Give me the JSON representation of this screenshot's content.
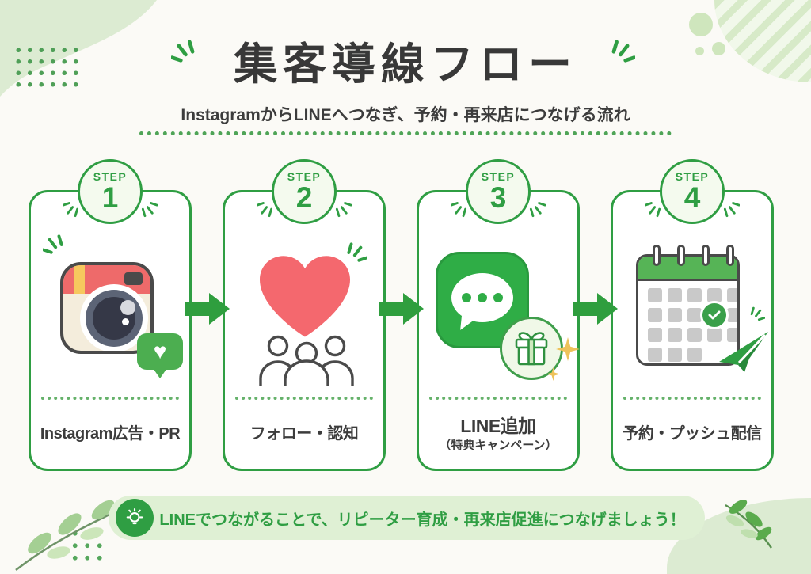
{
  "header": {
    "title": "集客導線フロー",
    "subtitle": "InstagramからLINEへつなぎ、予約・再来店につなげる流れ"
  },
  "steps": [
    {
      "badge_label": "STEP",
      "number": "1",
      "label": "Instagram広告・PR",
      "icon": "instagram-camera-icon"
    },
    {
      "badge_label": "STEP",
      "number": "2",
      "label": "フォロー・認知",
      "icon": "heart-followers-icon"
    },
    {
      "badge_label": "STEP",
      "number": "3",
      "label": "LINE追加",
      "sublabel": "（特典キャンペーン）",
      "icon": "line-chat-gift-icon"
    },
    {
      "badge_label": "STEP",
      "number": "4",
      "label": "予約・プッシュ配信",
      "icon": "calendar-paper-plane-icon"
    }
  ],
  "footer": {
    "message": "LINEでつながることで、リピーター育成・再来店促進につなげましょう！",
    "icon": "lightbulb-icon"
  },
  "colors": {
    "primary_green": "#2f9e43",
    "line_green": "#2fad46",
    "like_badge_green": "#4cae50",
    "calendar_header_green": "#56b456",
    "light_green_blob": "#dcebd2",
    "banner_bg": "#dff0d4",
    "heart_pink": "#f4686e",
    "camera_red": "#ee6a6a",
    "camera_yellow": "#f6c85e",
    "camera_cream": "#f4eddc",
    "sparkle_yellow": "#eec25a",
    "calendar_cell_gray": "#c9c9c9",
    "outline_dark": "#4a4a4a",
    "text_dark": "#3c3c3c"
  }
}
